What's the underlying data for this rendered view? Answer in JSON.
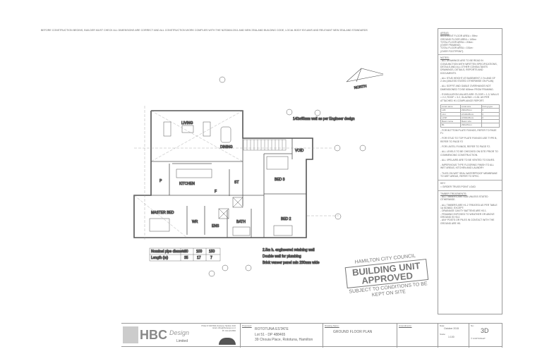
{
  "top_note": "BEFORE CONSTRUCTION BEGINS, BUILDER MUST CHECK ALL DIMENSIONS ARE CORRECT AND ALL CONSTRUCTION WORK COMPLIES WITH THE NZS3604:2011 AND NEW ZEALAND BUILDING CODE, LOCAL BODY BYLAWS AND RELEVANT NEW ZEALAND STANDARDS",
  "areas": {
    "title": "AREAS:",
    "rows": [
      "BASEMENT FLOOR AREA = 59m²",
      "GROUND FLOOR AREA = 145m²",
      "TOTAL FLOOR AREA = 204m²",
      "(OVER FRAMING)",
      "TOTAL FLOOR AREA = 151m²",
      "(OVER FOOTPRINT)"
    ]
  },
  "notes": {
    "title": "NOTES:",
    "items": [
      "- ALL DRAWINGS ARE TO BE READ IN CONJUNCTION WITH WRITTEN SPECIFICATIONS, DETAILS AND ALL OTHER CONSULTANTS DRAWINGS, DETAILS, REPORTS AND DOCUMENTS.",
      "- ALL STUD HEIGHT AT BASEMENT 2.7m AND GF 2.4m (UNLESS STATED OTHERWISE ON PLAN)",
      "- ALL SOFFIT AND GABLE OVERHANGS NOT DIMENSIONED TO BE 600mm FROM FRAMING.",
      "- R INSULATION VALUES ARE: FLOOR = 1.3, WALLS = 2.2, ROOF = 3.2, GLAZING = 0.26. AS PER ATTACHED H1 COMPLIANCE REPORT."
    ]
  },
  "lintel_table": {
    "headers": [
      "Lintel name",
      "Lintel size",
      "Fixing type"
    ],
    "rows": [
      [
        "L1B",
        "290x45mm",
        "F"
      ],
      [
        "L1H",
        "2/140x45mm",
        "F"
      ],
      [
        "L1SP",
        "2/190x45mm",
        "F"
      ]
    ],
    "beam_headers": [
      "Beam name",
      "Beam size"
    ],
    "beam_rows": [
      [
        "B1",
        "290x45mm"
      ]
    ]
  },
  "notes2": [
    "- FOR BOTTOM PLATE FIXINGS, REFER TO PAGE F1",
    "- FOR STUD TO TOP PLATE FIXINGS USE TYPE B, REFER TO PAGE F2",
    "- FOR LINTEL FIXINGS, REFER TO PAGE F2.",
    "- ALL LEVELS TO BE CHECKED ON SITE PRIOR TO COMMENCING CONSTRUCTION.",
    "- ALL XPELAIRS ARE TO BE VENTED TO EAVES.",
    "- IMPERVIOUS TYPE FLOORING FINISH TO ALL WET AREAS, KITCHEN AND LAUNDRY",
    "- TILES ON WET SEAL WATERPROOF MEMBRANE TO WET AREAS, REFER TO SPEC."
  ],
  "key": {
    "title": "KEY:",
    "item": "= GIRDER TRUSS POINT LOAD"
  },
  "timber": {
    "title": "TIMBER TREATMENTS:",
    "items": [
      "- ALL TIMBERS ARE SG8 UNLESS STATED OTHERWISE.",
      "- ALL TIMBERS ARE H1.2 TREATED AS PER TABLE 1A SD3602, EXCEPT:",
      "- DRAINAGE CAVITY BATTENS ARE H3.1.",
      "- FRAMING EXPOSED TO WEATHER OR ABOVE GROUND IS H3.2.",
      "- ANY POSTS OR PILES IN CONTACT WITH THE GROUND ARE H5."
    ]
  },
  "plan": {
    "rooms": [
      "LIVING",
      "DINING",
      "KITCHEN",
      "ST",
      "BED 3",
      "VOID",
      "MASTER BED",
      "WR",
      "ENS",
      "BATH",
      "BED 2",
      "P",
      "F"
    ],
    "north_label": "NORTH",
    "annotations": [
      "140x45mm wall as per Engineer design",
      "Double wall for plumbing",
      "Brick veneer panel min 230mm wide",
      "2.5m h. engineered retaining wall"
    ],
    "spacing_table": {
      "headers": [
        "Nominal pipe diameter",
        "80",
        "100",
        "150"
      ],
      "row": [
        "Length (m)",
        "35",
        "17",
        "7"
      ]
    }
  },
  "stamp": {
    "council": "HAMILTON CITY COUNCIL",
    "approved": "BUILDING UNIT APPROVED",
    "conditions": "SUBJECT TO CONDITIONS TO BE KEPT ON SITE"
  },
  "title_block": {
    "company": "HBC",
    "company_sub": "Design",
    "company_suffix": "Limited",
    "contact": [
      "Ph/fax 07-849 5600, Rototuna, Hamilton 3210",
      "Email: office@hbcdesign.co.nz",
      "Ph: 021-223-8884"
    ],
    "proposed_label": "Proposed:",
    "project": "ROTOTUNA ESTATE",
    "lot": "Lot 51 - DP 488465",
    "address": "39 Chouia Place, Rototuna, Hamilton",
    "drawing_label": "Drawing Name:",
    "drawing_name": "GROUND FLOOR PLAN",
    "amendments_label": "Amendments:",
    "date_label": "Date:",
    "date": "October 2015",
    "scale_label": "Scale:",
    "scale": "1:100",
    "no_label": "No:",
    "sheet_no": "3D",
    "copyright": "© COPYRIGHT"
  }
}
